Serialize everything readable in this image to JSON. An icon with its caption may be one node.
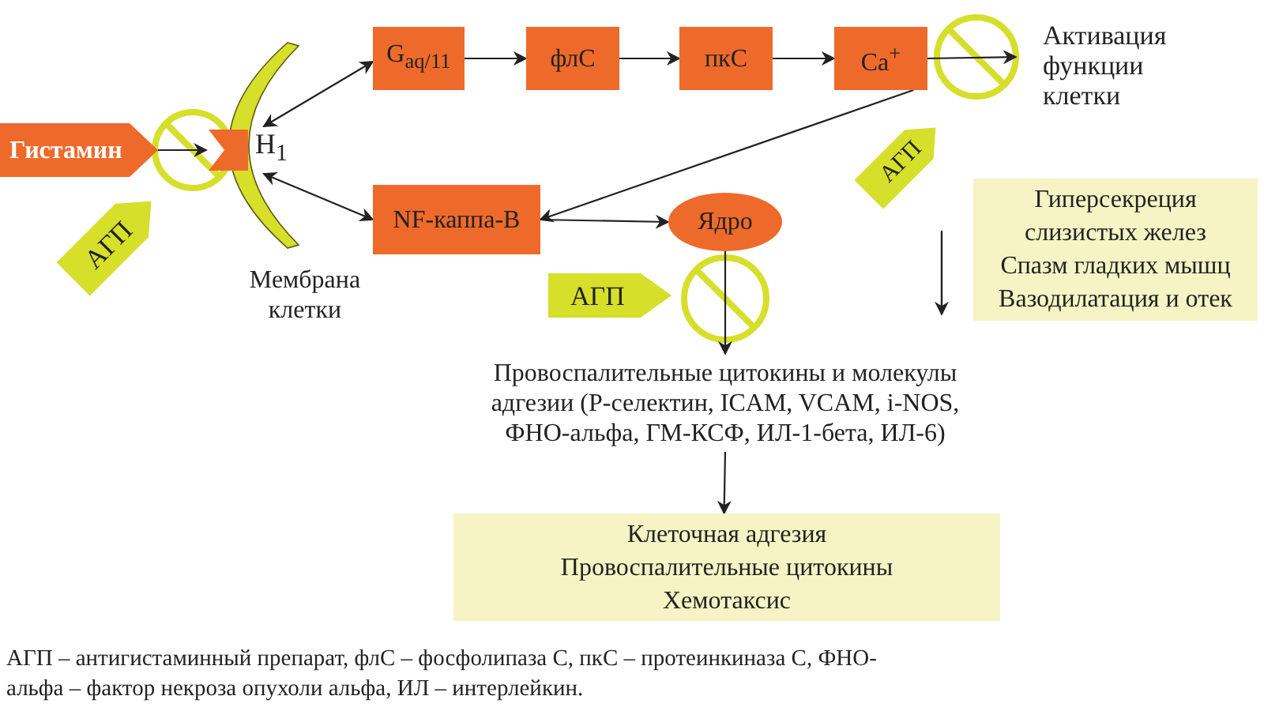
{
  "diagram": {
    "caption": "АГП – антигистаминный препарат, флС – фосфолипаза С, пкС – протеинкиназа С, ФНО-альфа – фактор некроза опухоли альфа, ИЛ – интерлейкин.",
    "nodes": [
      {
        "text": [
          "Гистамин"
        ]
      },
      {
        "text": [
          "H$_{1}$"
        ]
      },
      {
        "text": [
          "G$_{aq/11}$"
        ]
      },
      {
        "text": [
          "флС"
        ]
      },
      {
        "text": [
          "пкС"
        ]
      },
      {
        "text": [
          "Ca$^{+}$"
        ]
      },
      {
        "text": [
          "Активация функции клетки"
        ]
      },
      {
        "text": [
          "NF-каппа-B"
        ]
      },
      {
        "text": [
          "Ядро"
        ]
      },
      {
        "text": [
          "Провоспалительные цитокины и молекулы адгезии (P-селектин, ICAM, VCAM, i-NOS, ФНО-альфа, ГМ-КСФ, ИЛ-1-бета, ИЛ-6)"
        ]
      },
      {
        "text": [
          "Клеточная адгезия",
          "Провоспалительные цитокины",
          "Хемотаксис"
        ]
      },
      {
        "text": [
          "Гиперсекреция слизистых желез",
          "Спазм гладких мышц",
          "Вазодилатация и отек"
        ]
      },
      {
        "text": [
          "АГП"
        ]
      },
      {
        "text": [
          "АГП"
        ]
      },
      {
        "text": [
          "АГП"
        ]
      }
    ],
    "edges": [
      {
        "from": 0,
        "to": 1,
        "arrow": "to"
      },
      {
        "from": 1,
        "to": 2,
        "arrow": "both"
      },
      {
        "from": 1,
        "to": 7,
        "arrow": "both"
      },
      {
        "from": 2,
        "to": 3,
        "arrow": "to"
      },
      {
        "from": 3,
        "to": 4,
        "arrow": "to"
      },
      {
        "from": 4,
        "to": 5,
        "arrow": "to"
      },
      {
        "from": 5,
        "to": 6,
        "arrow": "to"
      },
      {
        "from": 5,
        "to": 7,
        "arrow": "to"
      },
      {
        "from": 7,
        "to": 8,
        "arrow": "to"
      },
      {
        "from": 8,
        "to": 9,
        "arrow": "to"
      },
      {
        "from": 9,
        "to": 10,
        "arrow": "to"
      }
    ],
    "labels": [
      "Мембрана клетки"
    ]
  }
}
